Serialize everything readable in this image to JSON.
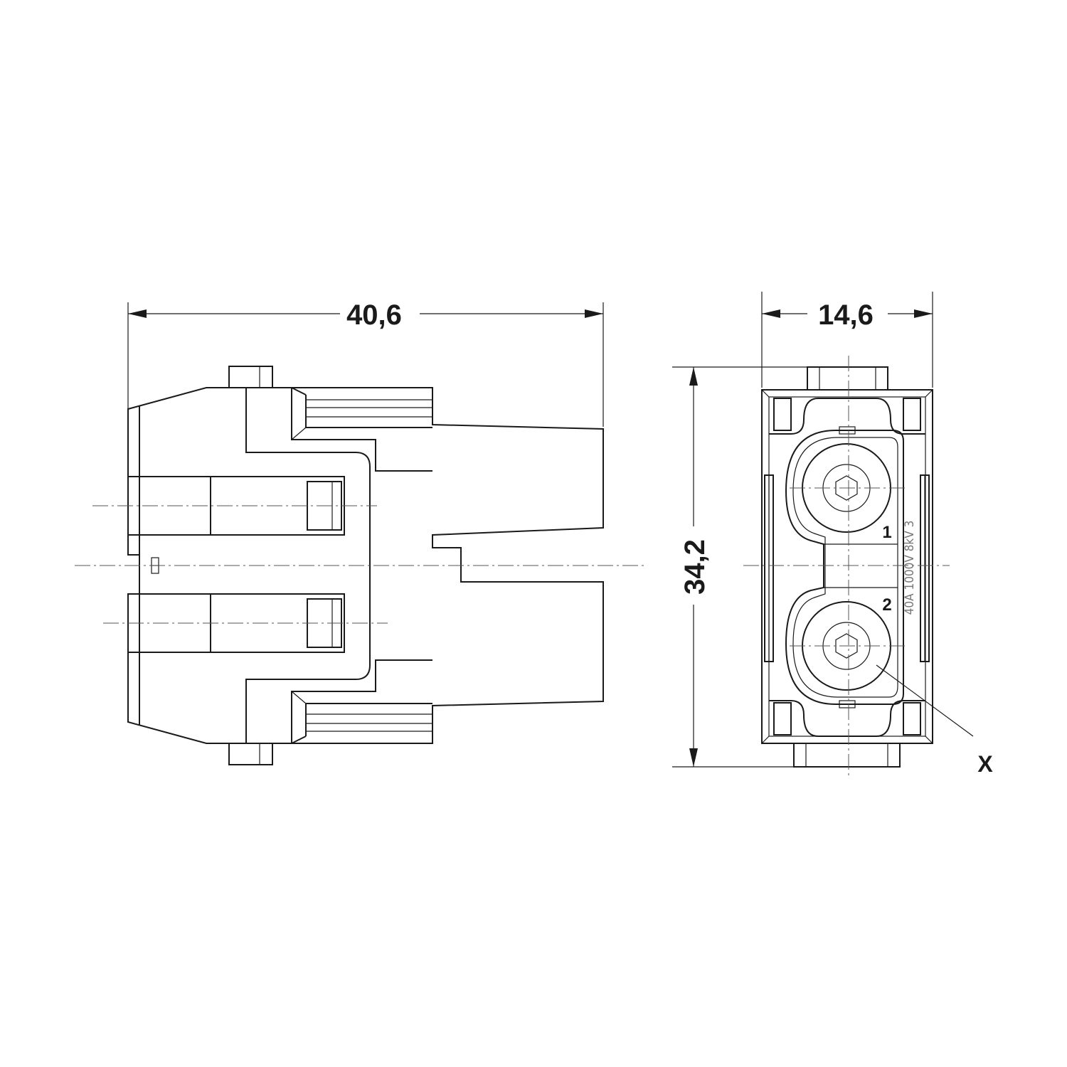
{
  "dimensions": {
    "overall_length": "40,6",
    "width": "14,6",
    "height": "34,2"
  },
  "pins": {
    "pin_1": "1",
    "pin_2": "2"
  },
  "rating_marking": "40A 1000V 8kV 3",
  "callout_x": "X",
  "colors": {
    "line": "#1a1a1a",
    "centerline": "#555555",
    "marking": "#777777",
    "background": "#ffffff"
  }
}
